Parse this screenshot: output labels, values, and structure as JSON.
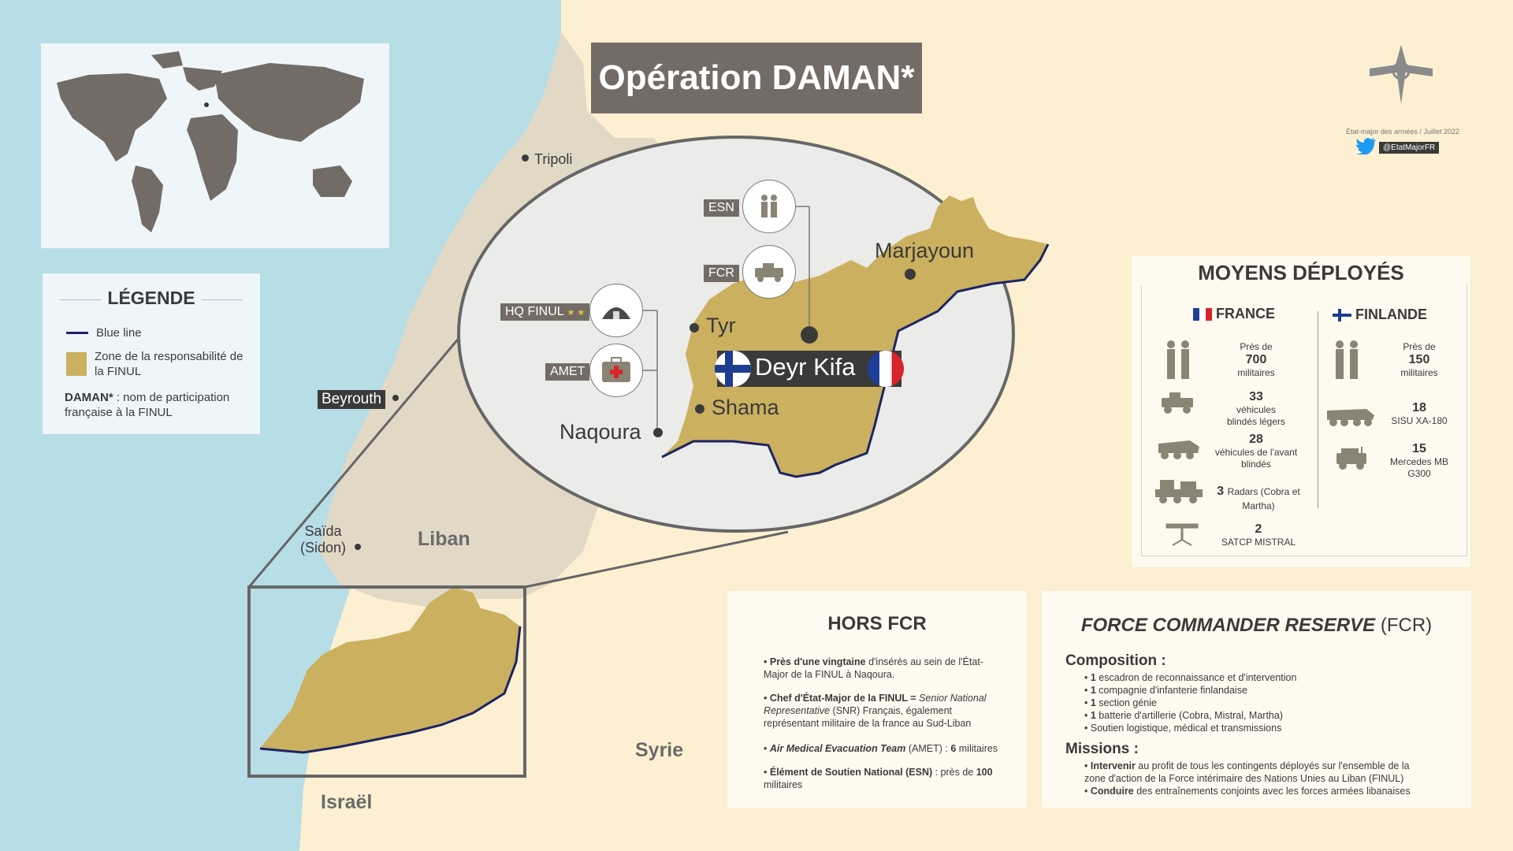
{
  "title": "Opération DAMAN*",
  "credit": {
    "line": "État-major des armées / Juillet 2022",
    "twitter": "@EtatMajorFR"
  },
  "legend": {
    "title": "LÉGENDE",
    "blue_line": "Blue line",
    "zone": "Zone de la responsabilité de la FINUL",
    "note_bold": "DAMAN*",
    "note_rest": " : nom de participation française à la FINUL"
  },
  "places": {
    "tripoli": "Tripoli",
    "beyrouth": "Beyrouth",
    "saida": "Saïda (Sidon)",
    "liban": "Liban",
    "syrie": "Syrie",
    "israel": "Israël",
    "marjayoun": "Marjayoun",
    "tyr": "Tyr",
    "deyr_kifa": "Deyr Kifa",
    "shama": "Shama",
    "naqoura": "Naqoura"
  },
  "units": {
    "esn": "ESN",
    "fcr": "FCR",
    "hq": "HQ FINUL",
    "amet": "AMET"
  },
  "moyens": {
    "title": "MOYENS DÉPLOYÉS",
    "france": {
      "label": "FRANCE",
      "items": [
        {
          "pre": "Près de",
          "num": "700",
          "txt": "militaires",
          "icon": "soldiers-icon"
        },
        {
          "pre": "",
          "num": "33",
          "txt": "véhicules blindés légers",
          "icon": "light-armored-vehicle-icon"
        },
        {
          "pre": "",
          "num": "28",
          "txt": "véhicules de l'avant blindés",
          "icon": "armored-vehicle-icon"
        },
        {
          "pre": "",
          "num": "3",
          "txt": "Radars (Cobra et Martha)",
          "icon": "radar-truck-icon"
        },
        {
          "pre": "",
          "num": "2",
          "txt": "SATCP MISTRAL",
          "icon": "mistral-launcher-icon"
        }
      ]
    },
    "finlande": {
      "label": "FINLANDE",
      "items": [
        {
          "pre": "Près de",
          "num": "150",
          "txt": "militaires",
          "icon": "soldiers-icon"
        },
        {
          "pre": "",
          "num": "18",
          "txt": "SISU XA-180",
          "icon": "sisu-vehicle-icon"
        },
        {
          "pre": "",
          "num": "15",
          "txt": "Mercedes MB G300",
          "icon": "mercedes-vehicle-icon"
        }
      ]
    }
  },
  "hors_fcr": {
    "title": "HORS FCR",
    "p1_bold": "Près d'une vingtaine",
    "p1_rest": " d'insérés au sein de l'État-Major de la FINUL à Naqoura.",
    "p2_bold": "Chef d'État-Major de la FINUL = ",
    "p2_italic": "Senior National Representative",
    "p2_rest": " (SNR) Français, également représentant militaire de la france au Sud-Liban",
    "p3_bold": "Air Medical Evacuation Team",
    "p3_mid": " (AMET) : ",
    "p3_num": "6",
    "p3_rest": " militaires",
    "p4_bold": "Élément de Soutien National (ESN)",
    "p4_mid": " : près de ",
    "p4_num": "100",
    "p4_rest": " militaires"
  },
  "fcr": {
    "title_italic": "FORCE COMMANDER RESERVE",
    "title_rest": " (FCR)",
    "composition_title": "Composition :",
    "composition": [
      {
        "num": "1",
        "txt": " escadron de reconnaissance et d'intervention"
      },
      {
        "num": "1",
        "txt": " compagnie d'infanterie finlandaise"
      },
      {
        "num": "1",
        "txt": " section génie"
      },
      {
        "num": "1",
        "txt": " batterie d'artillerie (Cobra, Mistral, Martha)"
      },
      {
        "num": "",
        "txt": "Soutien logistique, médical et transmissions"
      }
    ],
    "missions_title": "Missions :",
    "missions": [
      {
        "bold": "Intervenir",
        "txt": " au profit de tous les contingents déployés sur l'ensemble de la zone d'action de la Force intérimaire des Nations Unies au Liban (FINUL)"
      },
      {
        "bold": "Conduire",
        "txt": " des entraînements conjoints avec les forces armées libanaises"
      }
    ]
  },
  "colors": {
    "sea": "#b7dde6",
    "land": "#fdf0d2",
    "lebanon": "#e2d8c6",
    "zone": "#cbb060",
    "blue_line": "#1d2463",
    "panel": "#fffaef",
    "dark": "#736c66"
  }
}
